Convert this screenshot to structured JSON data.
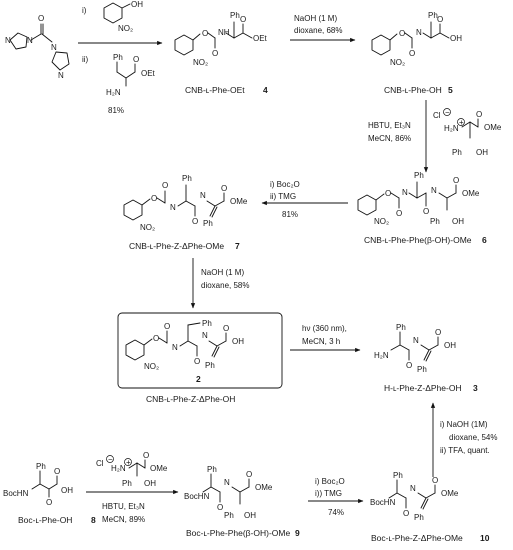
{
  "reagents_top": {
    "i_label": "i)",
    "ii_label": "ii)",
    "yield": "81%"
  },
  "arrows": {
    "a1": {
      "line1": "NaOH (1 M)",
      "line2": "dioxane, 68%"
    },
    "a2": {
      "line1": "HBTU, Et₃N",
      "line2": "MeCN, 86%"
    },
    "a3": {
      "line1": "i)  Boc₂O",
      "line2": "ii)  TMG",
      "line3": "81%"
    },
    "a4": {
      "line1": "NaOH (1 M)",
      "line2": "dioxane, 58%"
    },
    "a5": {
      "line1": "hν (360 nm),",
      "line2": "MeCN, 3 h"
    },
    "a6": {
      "line1": "i) NaOH (1M)",
      "line2": "dioxane, 54%",
      "line3": "ii)  TFA, quant."
    },
    "a7": {
      "line1": "HBTU, Et₃N",
      "line2": "MeCN, 89%"
    },
    "a8": {
      "line1": "i)   Boc₂O",
      "line2": "i))  TMG",
      "line3": "74%"
    }
  },
  "atoms": {
    "N": "N",
    "O": "O",
    "OH": "OH",
    "OEt": "OEt",
    "OMe": "OMe",
    "Ph": "Ph",
    "NO2": "NO₂",
    "H2N": "H₂N",
    "NH": "NH",
    "HN": "HN",
    "BocHN": "BocHN",
    "Cl": "Cl",
    "minus": "−",
    "plus": "+"
  },
  "compounds": {
    "c4": {
      "name": "CNB-ʟ-Phe-OEt",
      "num": "4"
    },
    "c5": {
      "name": "CNB-ʟ-Phe-OH",
      "num": "5"
    },
    "c6": {
      "name": "CNB-ʟ-Phe-Phe(β-OH)-OMe",
      "num": "6"
    },
    "c7": {
      "name": "CNB-ʟ-Phe-Z-ΔPhe-OMe",
      "num": "7"
    },
    "c2": {
      "name": "CNB-ʟ-Phe-Z-ΔPhe-OH",
      "num": "2"
    },
    "c3": {
      "name": "H-ʟ-Phe-Z-ΔPhe-OH",
      "num": "3"
    },
    "c8": {
      "name": "Boc-ʟ-Phe-OH",
      "num": "8"
    },
    "c9": {
      "name": "Boc-ʟ-Phe-Phe(β-OH)-OMe",
      "num": "9"
    },
    "c10": {
      "name": "Boc-ʟ-Phe-Z-ΔPhe-OMe",
      "num": "10"
    }
  }
}
